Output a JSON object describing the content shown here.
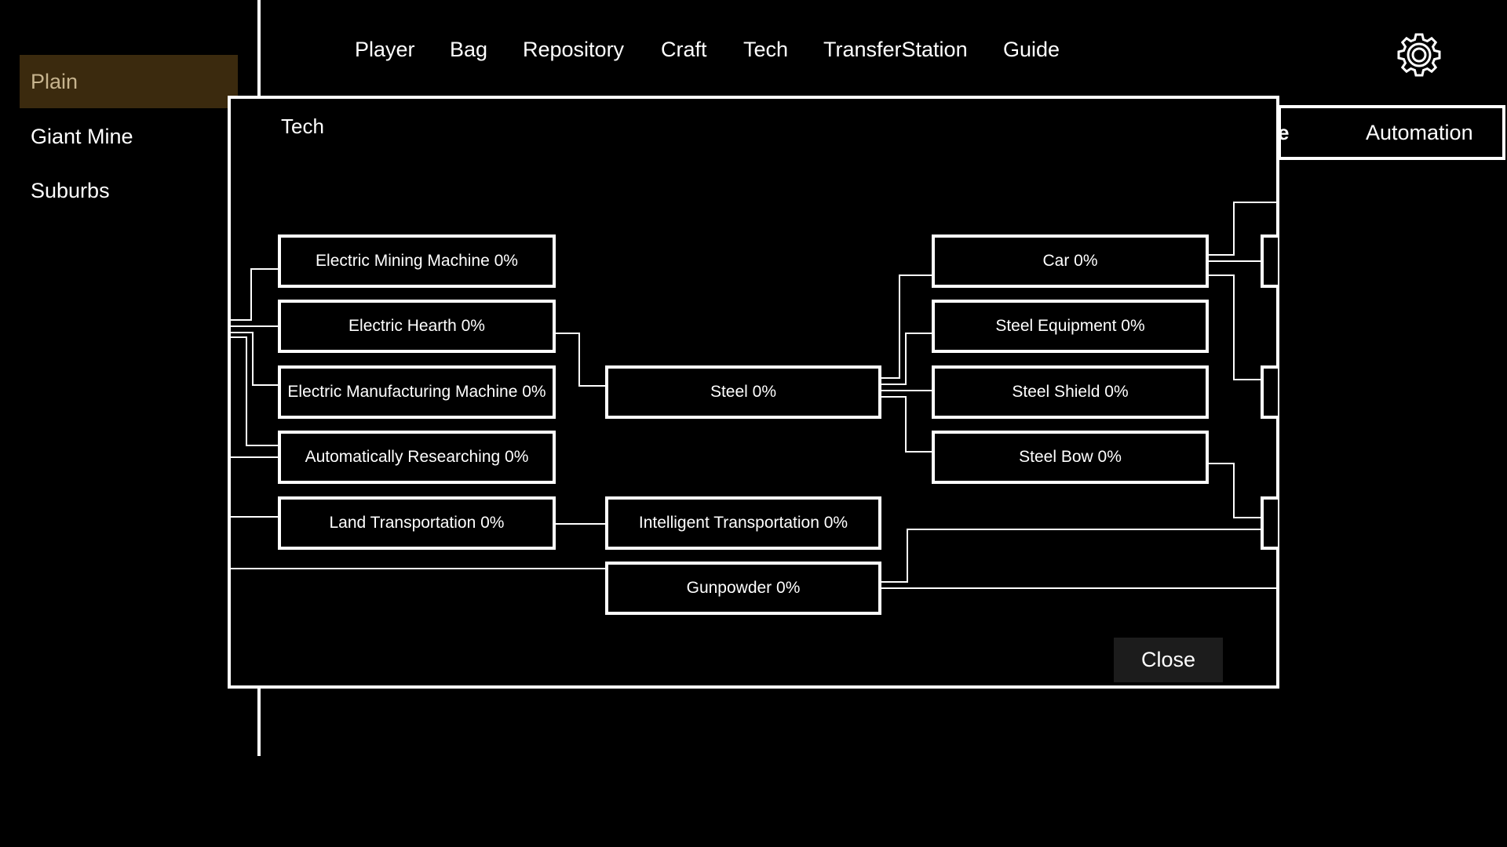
{
  "sidebar": {
    "items": [
      {
        "label": "Plain",
        "active": true
      },
      {
        "label": "Giant Mine",
        "active": false
      },
      {
        "label": "Suburbs",
        "active": false
      }
    ]
  },
  "nav": {
    "items": [
      "Player",
      "Bag",
      "Repository",
      "Craft",
      "Tech",
      "TransferStation",
      "Guide"
    ],
    "settings_icon": "gear-icon"
  },
  "background_tabs": {
    "partial_label": "e",
    "automation_label": "Automation"
  },
  "modal": {
    "title": "Tech",
    "close_label": "Close",
    "nodes": {
      "electric_mining_machine": "Electric Mining Machine 0%",
      "electric_hearth": "Electric Hearth 0%",
      "electric_manufacturing_machine": "Electric Manufacturing Machine 0%",
      "automatically_researching": "Automatically Researching 0%",
      "land_transportation": "Land Transportation 0%",
      "steel": "Steel 0%",
      "intelligent_transportation": "Intelligent Transportation 0%",
      "gunpowder": "Gunpowder 0%",
      "car": "Car 0%",
      "steel_equipment": "Steel Equipment 0%",
      "steel_shield": "Steel Shield 0%",
      "steel_bow": "Steel Bow 0%"
    }
  },
  "colors": {
    "background": "#000000",
    "line": "#ffffff",
    "active_sidebar_bg": "#3b2a0e",
    "active_sidebar_text": "#c7b48e",
    "close_button_bg": "#1c1c1c"
  }
}
